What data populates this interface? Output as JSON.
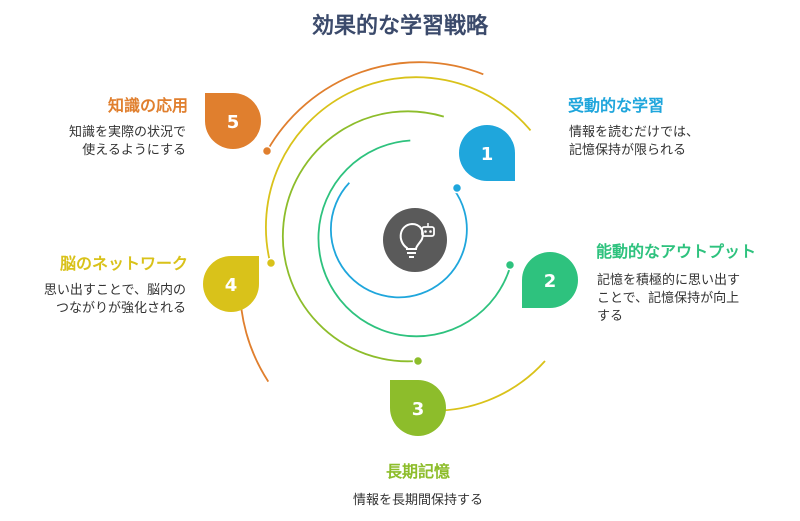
{
  "title": "効果的な学習戦略",
  "colors": {
    "step1": "#1fa6dc",
    "step2": "#2ec27e",
    "step3": "#8dbd2b",
    "step4": "#d9c21a",
    "step5": "#e07f2e",
    "title": "#3b4a6b",
    "center": "#5a5a5a"
  },
  "center_icon": "lightbulb-robot-icon",
  "steps": [
    {
      "number": "1",
      "heading": "受動的な学習",
      "lines": [
        "情報を読むだけでは、",
        "記憶保持が限られる"
      ]
    },
    {
      "number": "2",
      "heading": "能動的なアウトプット",
      "lines": [
        "記憶を積極的に思い出す",
        "ことで、記憶保持が向上",
        "する"
      ]
    },
    {
      "number": "3",
      "heading": "長期記憶",
      "lines": [
        "情報を長期間保持する"
      ]
    },
    {
      "number": "4",
      "heading": "脳のネットワーク",
      "lines": [
        "思い出すことで、脳内の",
        "つながりが強化される"
      ]
    },
    {
      "number": "5",
      "heading": "知識の応用",
      "lines": [
        "知識を実際の状況で",
        "使えるようにする"
      ]
    }
  ]
}
